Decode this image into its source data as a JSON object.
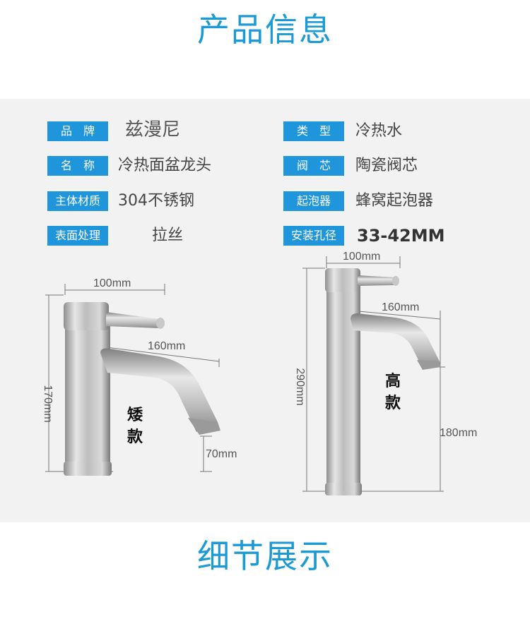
{
  "titles": {
    "top": "产品信息",
    "bottom": "细节展示"
  },
  "specs": {
    "left": [
      {
        "label": "品　牌",
        "value": "兹漫尼"
      },
      {
        "label": "名　称",
        "value": "冷热面盆龙头"
      },
      {
        "label": "主体材质",
        "value": "304不锈钢"
      },
      {
        "label": "表面处理",
        "value": "拉丝"
      }
    ],
    "right": [
      {
        "label": "类　型",
        "value": "冷热水"
      },
      {
        "label": "阀　芯",
        "value": "陶瓷阀芯"
      },
      {
        "label": "起泡器",
        "value": "蜂窝起泡器"
      },
      {
        "label": "安装孔径",
        "value": "33-42MM"
      }
    ]
  },
  "short_faucet": {
    "tag_line1": "矮",
    "tag_line2": "款",
    "dim_handle": "100mm",
    "dim_spout": "160mm",
    "dim_height": "170mm",
    "dim_outlet": "70mm"
  },
  "tall_faucet": {
    "tag_line1": "高",
    "tag_line2": "款",
    "dim_handle": "100mm",
    "dim_spout": "160mm",
    "dim_height": "290mm",
    "dim_outlet": "180mm"
  },
  "colors": {
    "accent": "#1f95dc",
    "title": "#1c9ad6",
    "panel": "#f2f2f2"
  }
}
